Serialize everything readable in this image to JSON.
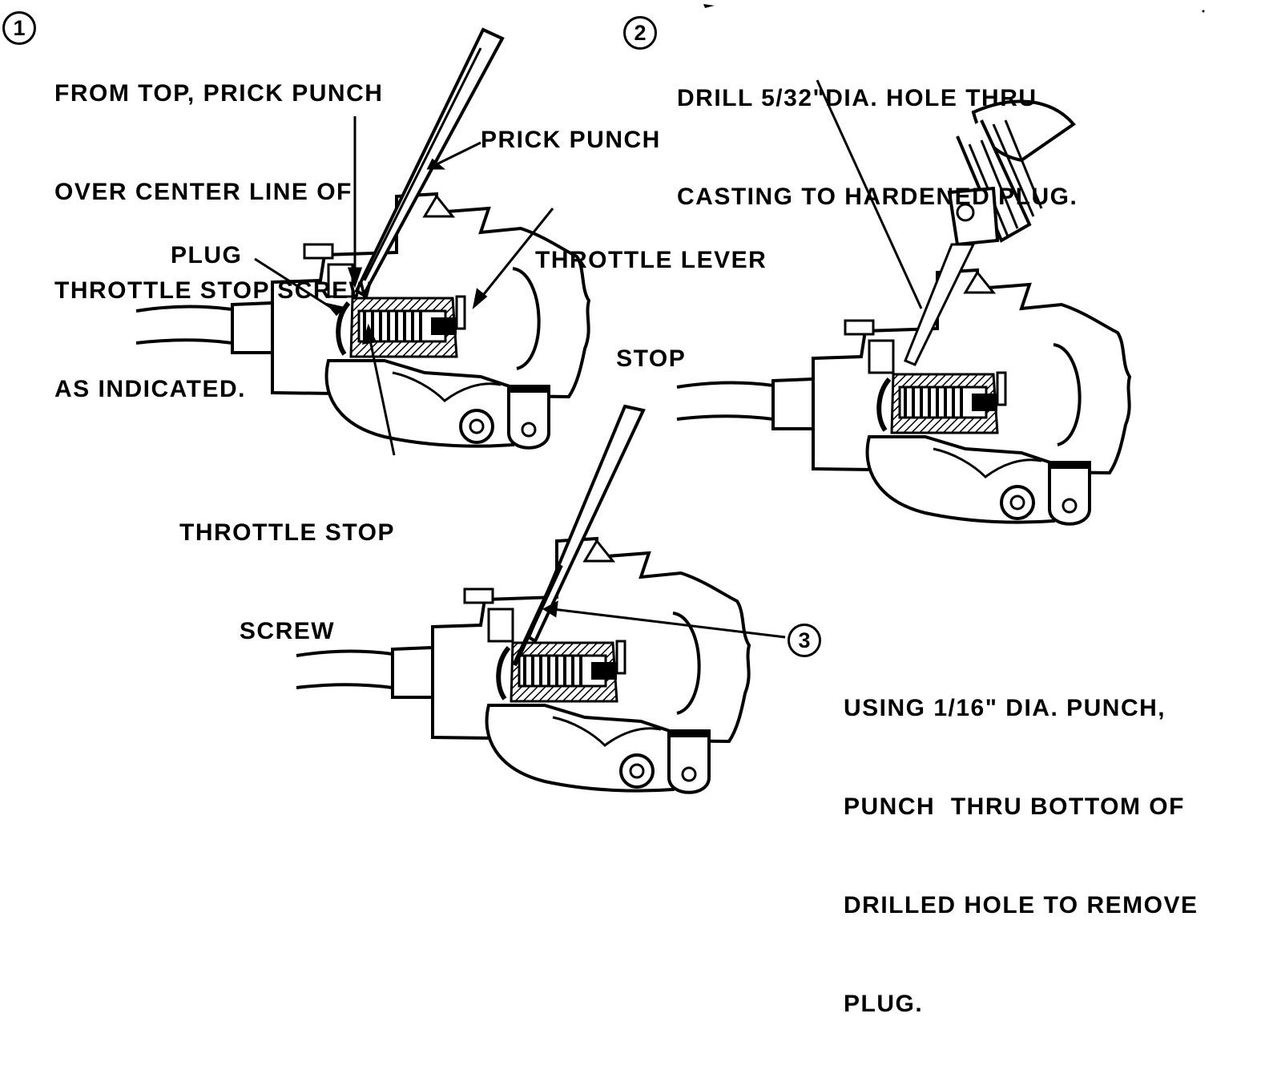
{
  "steps": [
    {
      "number": "1",
      "lines": [
        "FROM TOP, PRICK PUNCH",
        "OVER CENTER LINE OF",
        "THROTTLE STOP SCREW",
        "AS INDICATED."
      ]
    },
    {
      "number": "2",
      "lines": [
        "DRILL 5/32\"DIA. HOLE THRU",
        "CASTING TO HARDENED PLUG."
      ]
    },
    {
      "number": "3",
      "lines": [
        "USING 1/16\" DIA. PUNCH,",
        "PUNCH  THRU BOTTOM OF",
        "DRILLED HOLE TO REMOVE",
        "PLUG."
      ]
    }
  ],
  "callouts": {
    "prick_punch": "PRICK PUNCH",
    "throttle_lever_stop": [
      "THROTTLE LEVER",
      "STOP"
    ],
    "plug": "PLUG",
    "throttle_stop_screw": [
      "THROTTLE STOP",
      "SCREW"
    ]
  }
}
